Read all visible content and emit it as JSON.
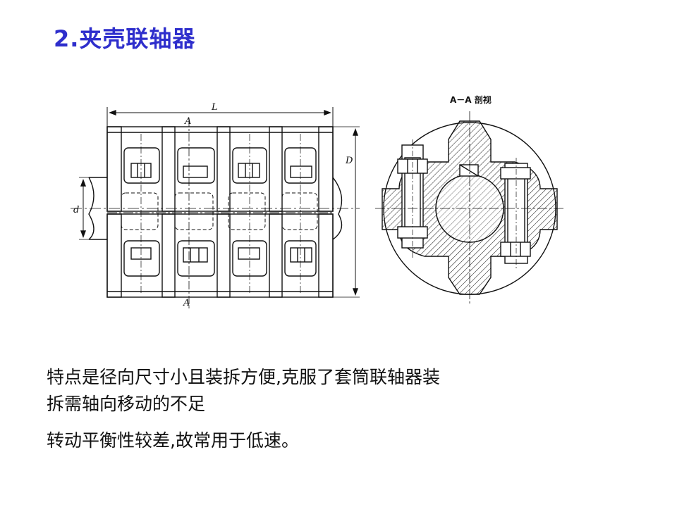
{
  "title": "2.夹壳联轴器",
  "figure": {
    "section_label": "A－A 剖视",
    "dim_L": "L",
    "dim_D": "D",
    "dim_d": "d",
    "section_mark_top": "A",
    "section_mark_bottom": "A"
  },
  "text": {
    "line1": "特点是径向尺寸小且装拆方便,克服了套筒联轴器装",
    "line1_cont": "拆需轴向移动的不足",
    "line2": "转动平衡性较差,故常用于低速。"
  }
}
